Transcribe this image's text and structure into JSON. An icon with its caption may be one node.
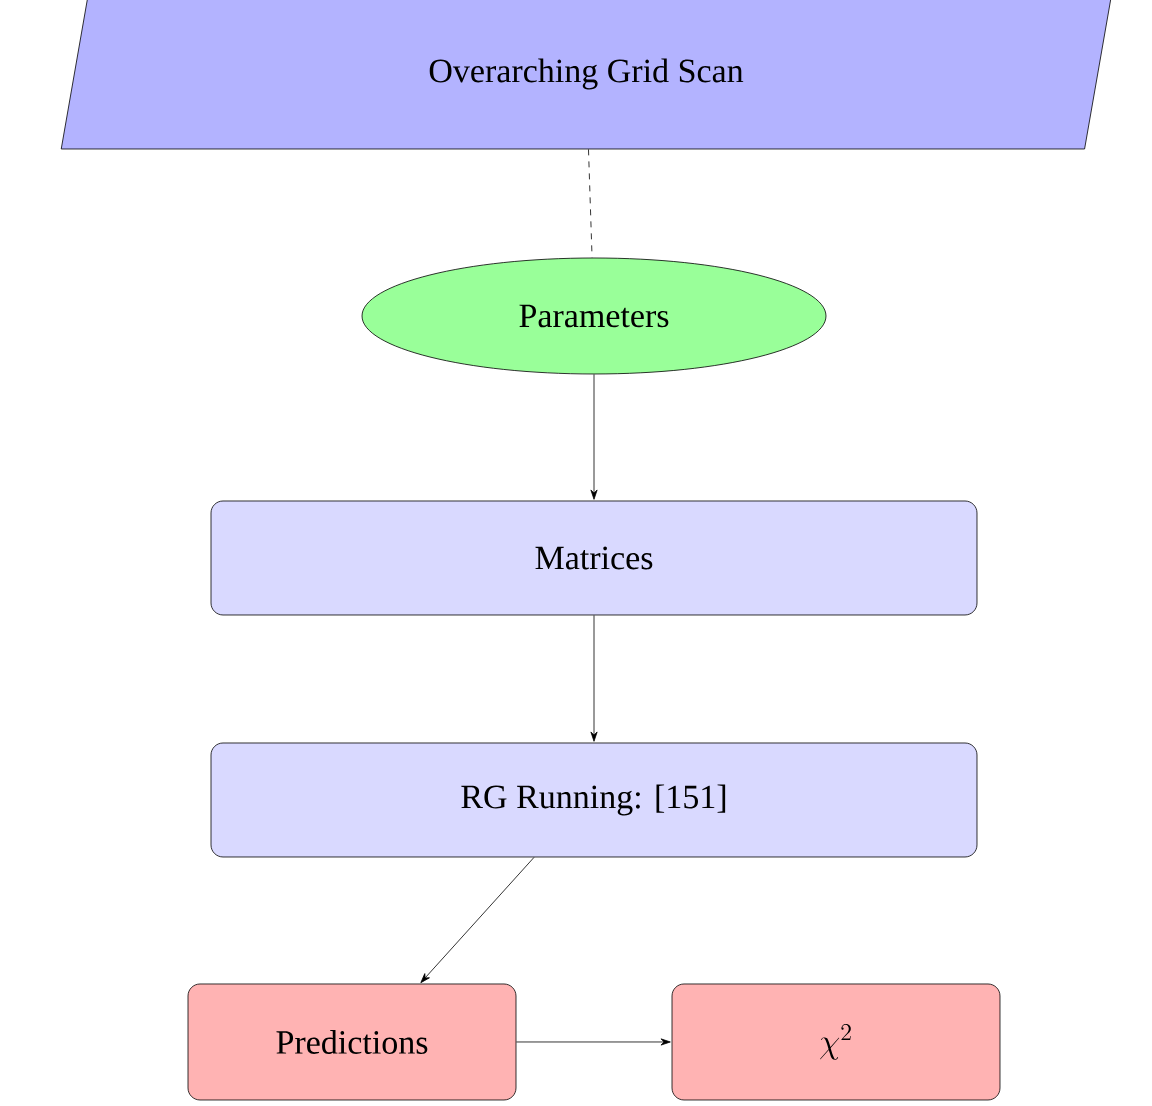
{
  "diagram": {
    "nodes": [
      {
        "text": [
          "Overarching Grid Scan"
        ]
      },
      {
        "text": [
          "Parameters"
        ]
      },
      {
        "text": [
          "Matrices"
        ]
      },
      {
        "text": [
          "RG Running: [151]"
        ]
      },
      {
        "text": [
          "Predictions"
        ]
      },
      {
        "text": [
          "\\chi^2"
        ]
      }
    ],
    "edges": [
      {
        "from": 0,
        "to": 1,
        "arrow": "none",
        "style": "dashed"
      },
      {
        "from": 1,
        "to": 2,
        "arrow": "to"
      },
      {
        "from": 2,
        "to": 3,
        "arrow": "to"
      },
      {
        "from": 3,
        "to": 4,
        "arrow": "to"
      },
      {
        "from": 4,
        "to": 5,
        "arrow": "to"
      }
    ]
  }
}
